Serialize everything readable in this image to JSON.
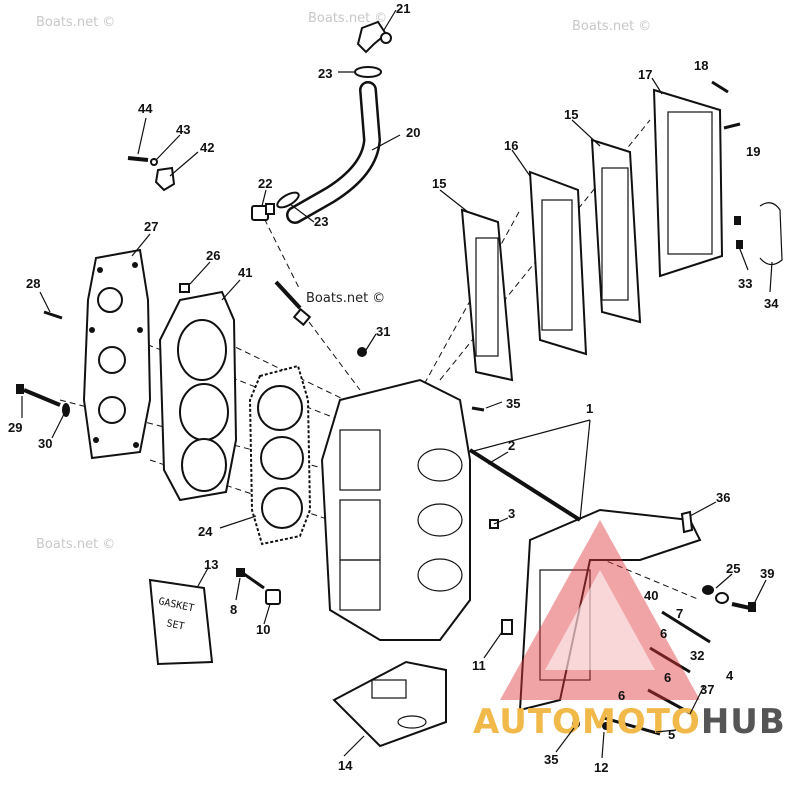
{
  "watermarks": {
    "top_left": "Boats.net ©",
    "top_center": "Boats.net ©",
    "top_right": "Boats.net ©",
    "middle": "Boats.net ©",
    "bottom_left": "Boats.net ©"
  },
  "gasket_set_label": {
    "line1": "GASKET",
    "line2": "SET"
  },
  "logo": {
    "part1": "AUTOMOTO",
    "part2": "HUB",
    "colors": {
      "triangle": "#e0353a",
      "auto": "#f0b94a",
      "hub": "#555555"
    }
  },
  "callouts": {
    "c21": "21",
    "c23a": "23",
    "c20": "20",
    "c44": "44",
    "c43": "43",
    "c42": "42",
    "c22": "22",
    "c23b": "23",
    "c16": "16",
    "c15a": "15",
    "c17": "17",
    "c18": "18",
    "c19": "19",
    "c15b": "15",
    "c27": "27",
    "c26": "26",
    "c41": "41",
    "c28": "28",
    "c31": "31",
    "c33": "33",
    "c34": "34",
    "c29": "29",
    "c30": "30",
    "c35a": "35",
    "c1": "1",
    "c2": "2",
    "c3": "3",
    "c24": "24",
    "c36": "36",
    "c13": "13",
    "c8": "8",
    "c10": "10",
    "c25": "25",
    "c39": "39",
    "c40": "40",
    "c7": "7",
    "c6a": "6",
    "c32": "32",
    "c4": "4",
    "c11": "11",
    "c6b": "6",
    "c6c": "6",
    "c37": "37",
    "c14": "14",
    "c35b": "35",
    "c12": "12",
    "c5": "5"
  }
}
